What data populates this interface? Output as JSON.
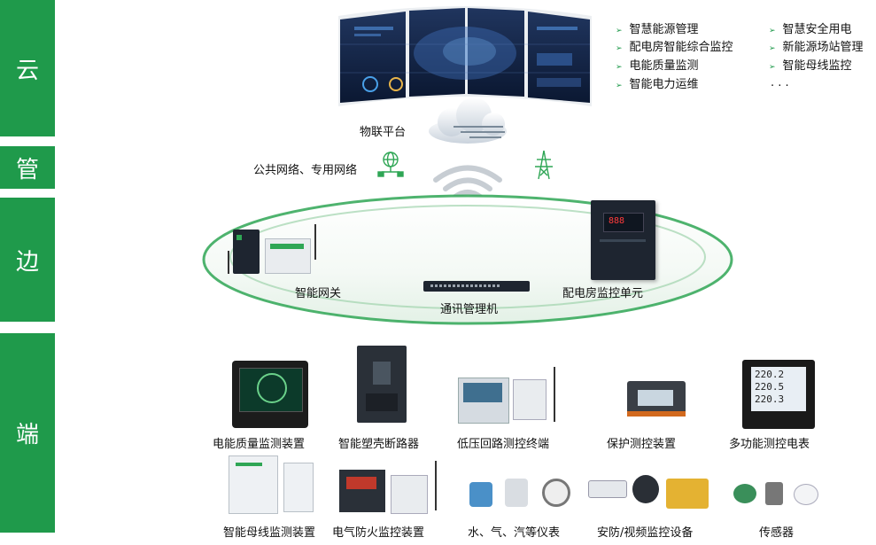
{
  "sidebar": {
    "cloud": "云",
    "pipe": "管",
    "edge": "边",
    "terminal": "端"
  },
  "cloud_layer": {
    "screen_title": "ACREL能源管理平台",
    "platform_label": "物联平台",
    "features_left": [
      "智慧能源管理",
      "配电房智能综合监控",
      "电能质量监测",
      "智能电力运维"
    ],
    "features_right": [
      "智慧安全用电",
      "新能源场站管理",
      "智能母线监控",
      ". . ."
    ]
  },
  "pipe_layer": {
    "network_label": "公共网络、专用网络"
  },
  "edge_layer": {
    "gateway": "智能网关",
    "comm_manager": "通讯管理机",
    "room_unit": "配电房监控单元",
    "display_digits": "888"
  },
  "terminal_layer": {
    "row1": [
      "电能质量监测装置",
      "智能塑壳断路器",
      "低压回路测控终端",
      "保护测控装置",
      "多功能测控电表"
    ],
    "row2": [
      "智能母线监测装置",
      "电气防火监控装置",
      "水、气、汽等仪表",
      "安防/视频监控设备",
      "传感器"
    ],
    "meter_readings": [
      "220.2",
      "220.5",
      "220.3"
    ]
  },
  "colors": {
    "brand_green": "#1f9a4b",
    "ring_green": "#2fa655",
    "dark_device": "#1e2530"
  }
}
